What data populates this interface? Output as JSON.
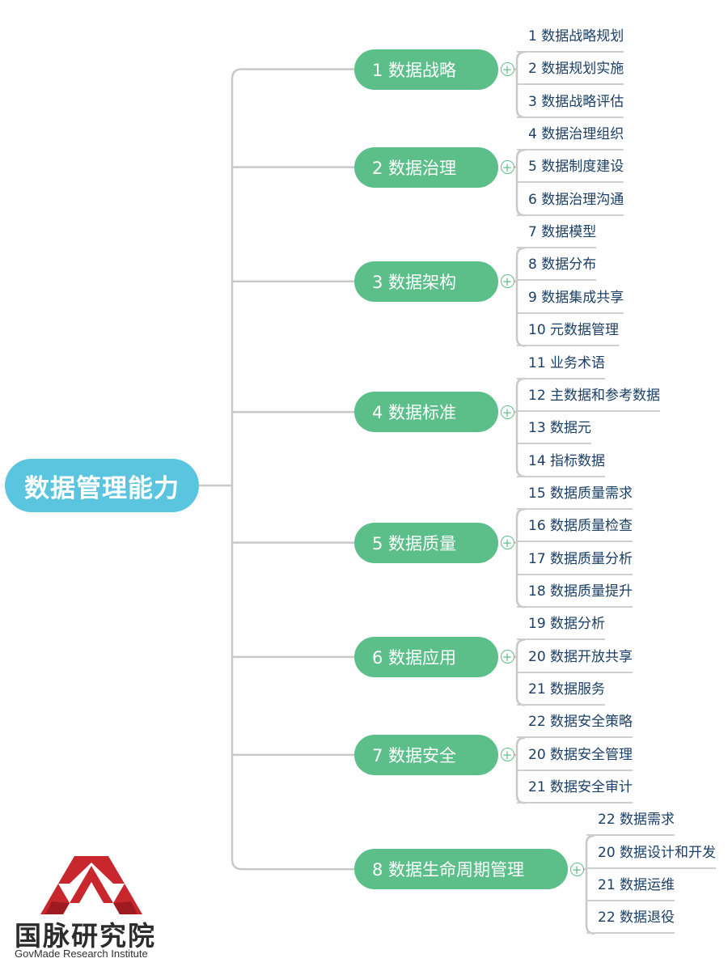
{
  "root": {
    "label": "数据管理能力"
  },
  "branches": [
    {
      "label": "1 数据战略",
      "items": [
        "1 数据战略规划",
        "2 数据规划实施",
        "3 数据战略评估"
      ]
    },
    {
      "label": "2 数据治理",
      "items": [
        "4 数据治理组织",
        "5 数据制度建设",
        "6 数据治理沟通"
      ]
    },
    {
      "label": "3 数据架构",
      "items": [
        "7 数据模型",
        "8 数据分布",
        "9 数据集成共享",
        "10 元数据管理"
      ]
    },
    {
      "label": "4 数据标准",
      "items": [
        "11 业务术语",
        "12 主数据和参考数据",
        "13 数据元",
        "14 指标数据"
      ]
    },
    {
      "label": "5 数据质量",
      "items": [
        "15 数据质量需求",
        "16 数据质量检查",
        "17 数据质量分析",
        "18 数据质量提升"
      ]
    },
    {
      "label": "6 数据应用",
      "items": [
        "19 数据分析",
        "20 数据开放共享",
        "21 数据服务"
      ]
    },
    {
      "label": "7 数据安全",
      "items": [
        "22 数据安全策略",
        "20 数据安全管理",
        "21 数据安全审计"
      ]
    },
    {
      "label": "8 数据生命周期管理",
      "items": [
        "22 数据需求",
        "20 数据设计和开发",
        "21 数据运维",
        "22 数据退役"
      ]
    }
  ],
  "expand_symbol": "+",
  "logo": {
    "name_cn": "国脉研究院",
    "name_en": "GovMade Research Institute"
  },
  "colors": {
    "root": "#5bc4de",
    "branch": "#5cbf8a",
    "leaf_text": "#1b3f66",
    "line": "#c8c8c8"
  }
}
